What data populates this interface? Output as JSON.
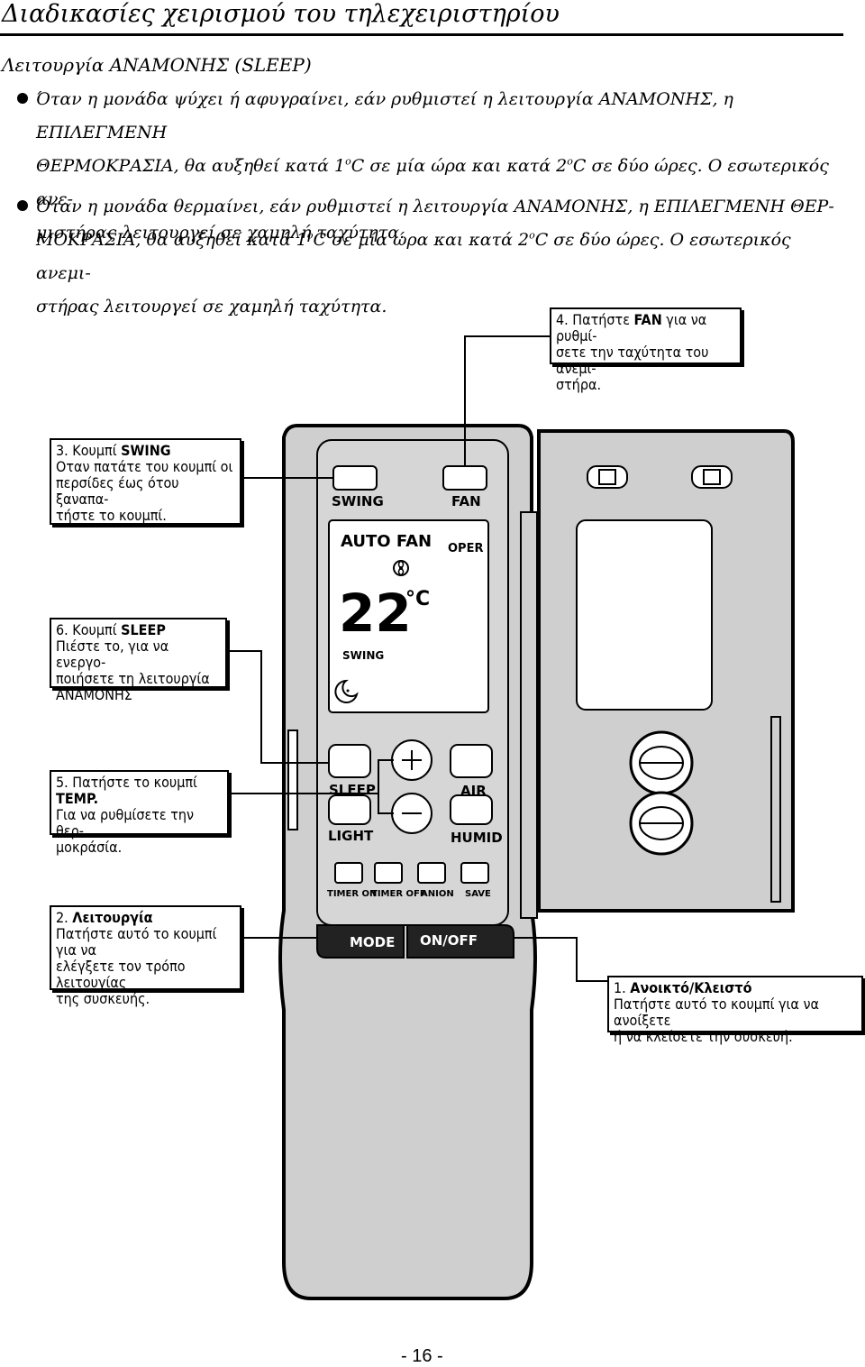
{
  "title": "Διαδικασίες χειρισμού του τηλεχειριστηρίου",
  "section_heading": "Λειτουργία ΑΝΑΜΟΝΗΣ (SLEEP)",
  "paragraphs": [
    {
      "line1": "Όταν η μονάδα ψύχει ή αφυγραίνει, εάν ρυθμιστεί η λειτουργία ΑΝΑΜΟΝΗΣ, η ΕΠΙΛΕΓΜΕΝΗ",
      "line2a": "ΘΕΡΜΟΚΡΑΣΙΑ, θα αυξηθεί κατά 1",
      "sup1": "ο",
      "line2b": "C σε μία ώρα και κατά 2",
      "sup2": "ο",
      "line2c": "C σε δύο ώρες. Ο εσωτερικός ανε-",
      "line3": "μιστήρας λειτουργεί σε χαμηλή ταχύτητα."
    },
    {
      "line1": "Όταν η μονάδα θερμαίνει, εάν ρυθμιστεί η λειτουργία ΑΝΑΜΟΝΗΣ, η ΕΠΙΛΕΓΜΕΝΗ ΘΕΡ-",
      "line2a": "ΜΟΚΡΑΣΙΑ, θα αυξηθεί κατά 1",
      "sup1": "ο",
      "line2b": "C σε μία ώρα και κατά 2",
      "sup2": "ο",
      "line2c": "C σε δύο ώρες. Ο εσωτερικός ανεμι-",
      "line3": "στήρας λειτουργεί σε χαμηλή ταχύτητα."
    }
  ],
  "callouts": {
    "fan": {
      "num": "4. Πατήστε ",
      "bold": "FAN",
      "rest": " για να ρυθμί-",
      "l2": "σετε την ταχύτητα του ανεμι-",
      "l3": "στήρα."
    },
    "swing": {
      "num": "3. Κουμπί ",
      "bold": "SWING",
      "l2": "Οταν πατάτε του κουμπί οι",
      "l3": "περσίδες έως ότου ξαναπα-",
      "l4": "τήστε το κουμπί."
    },
    "sleep": {
      "num": "6. Κουμπί ",
      "bold": "SLEEP",
      "l2": "Πιέστε το, για να ενεργο-",
      "l3": "ποιήσετε τη λειτουργία",
      "l4": "ΑΝΑΜΟΝΗΣ"
    },
    "temp": {
      "num": "5. Πατήστε το κουμπί ",
      "bold": "TEMP.",
      "l2": "Για να ρυθμίσετε την θερ-",
      "l3": "μοκράσία."
    },
    "mode": {
      "num": "2. ",
      "bold": "Λειτουργία",
      "l2": "Πατήστε αυτό το κουμπί για να",
      "l3": "ελέγξετε τον τρόπο λειτουγίας",
      "l4": "της συσκευής."
    },
    "onoff": {
      "num": "1. ",
      "bold": "Ανοικτό/Κλειστό",
      "l2": "Πατήστε αυτό το κουμπί για να ανοίξετε",
      "l3": "ή να κλείσετε την συσκευή."
    }
  },
  "remote": {
    "swing_label": "SWING",
    "fan_label": "FAN",
    "lcd_autofan": "AUTO FAN",
    "lcd_oper": "OPER",
    "lcd_temp": "22",
    "lcd_unit": "°C",
    "lcd_swing": "SWING",
    "sleep_label": "SLEEP",
    "light_label": "LIGHT",
    "air_label": "AIR",
    "humid_label": "HUMID",
    "timer_on": "TIMER ON",
    "timer_off": "TIMER OFF",
    "anion": "ANION",
    "save": "SAVE",
    "mode_label": "MODE",
    "onoff_label": "ON/OFF"
  },
  "page_number": "- 16 -"
}
